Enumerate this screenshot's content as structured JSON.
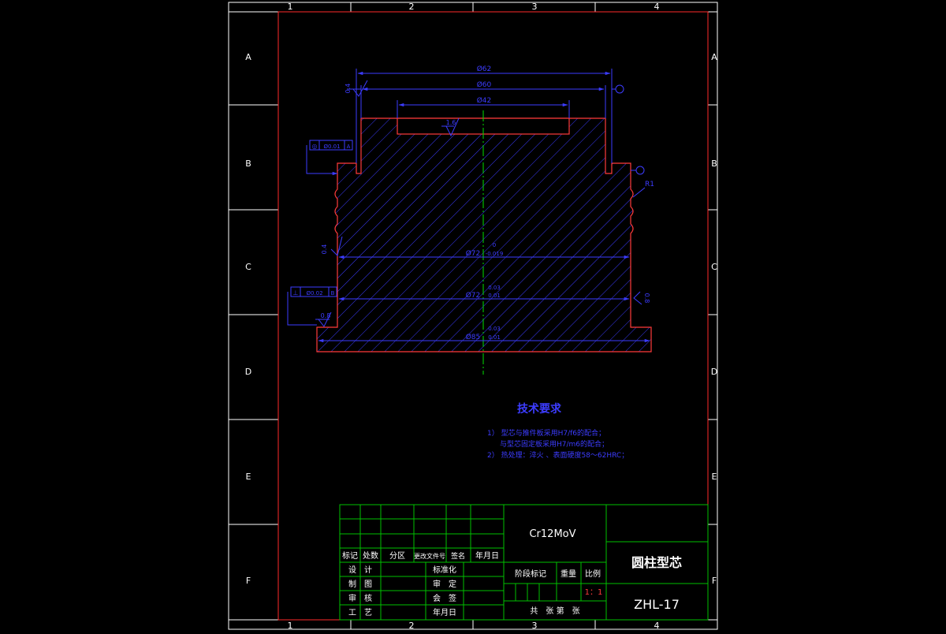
{
  "frame": {
    "columns_top": [
      "1",
      "2",
      "3",
      "4"
    ],
    "columns_bottom": [
      "1",
      "2",
      "3",
      "4"
    ],
    "rows_left": [
      "A",
      "B",
      "C",
      "D",
      "E",
      "F"
    ],
    "rows_right": [
      "A",
      "B",
      "C",
      "D",
      "E",
      "F"
    ]
  },
  "dimensions": {
    "d62": "Ø62",
    "d60": "Ø60",
    "d42": "Ø42",
    "d72_top": "Ø72",
    "d72_top_tol_up": "0",
    "d72_top_tol_low": "-0.019",
    "d72_mid": "Ø72",
    "d72_mid_tol_up": "0.03",
    "d72_mid_tol_low": "0.01",
    "d85": "Ø85",
    "d85_tol_up": "0.03",
    "d85_tol_low": "0.01",
    "r1": "R1"
  },
  "roughness": {
    "left_top": "0.4",
    "center": "1.6",
    "left_mid": "0.4",
    "left_bottom": "0.8",
    "right_mid": "0.8"
  },
  "tolerance_frames": {
    "upper": {
      "symbol": "◎",
      "value": "Ø0.01",
      "datum": "A"
    },
    "lower": {
      "symbol": "⊥",
      "value": "Ø0.02",
      "datum": "B"
    }
  },
  "tech_requirements": {
    "title": "技术要求",
    "line1": "1） 型芯与推件板采用H7/f6的配合；",
    "line2": "与型芯固定板采用H7/m6的配合；",
    "line3": "2） 热处理：淬火 、表面硬度58～62HRC；"
  },
  "title_block": {
    "rev_headers": [
      "标记",
      "处数",
      "分区",
      "更改文件号",
      "签名",
      "年月日"
    ],
    "rows": [
      {
        "a": "设　计",
        "b": "标准化"
      },
      {
        "a": "制　图",
        "b": "审　定"
      },
      {
        "a": "审　核",
        "b": "会　签"
      },
      {
        "a": "工　艺",
        "b": "年月日"
      }
    ],
    "material": "Cr12MoV",
    "stage_mark": "阶段标记",
    "weight": "重量",
    "scale_label": "比例",
    "scale_value": "1：1",
    "sheets": "共　张 第　张",
    "part_name": "圆柱型芯",
    "drawing_no": "ZHL-17"
  },
  "colors": {
    "frame": "#ffffff",
    "border": "#ff2a2a",
    "part": "#ff3b3b",
    "hatch": "#3b3bff",
    "dimension": "#3c3cff",
    "centerline": "#00e000",
    "title_grid": "#00c000"
  }
}
